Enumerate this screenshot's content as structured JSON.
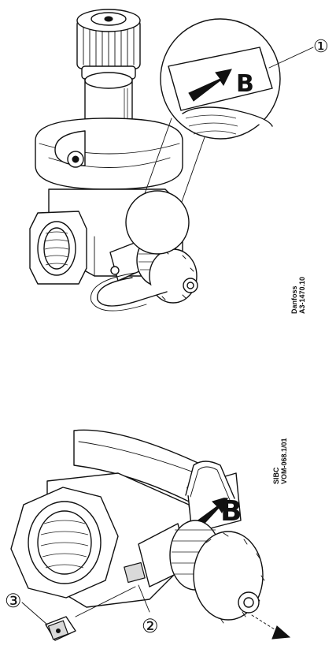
{
  "figure1": {
    "letter": "B",
    "callout": "①",
    "code_line1": "Danfoss",
    "code_line2": "A3-1470.10"
  },
  "figure2": {
    "letter": "B",
    "callout_2": "②",
    "callout_3": "③",
    "code_line1": "SIBC",
    "code_line2": "VOM-068.1/01"
  },
  "colors": {
    "ink": "#111111",
    "background": "#ffffff"
  }
}
